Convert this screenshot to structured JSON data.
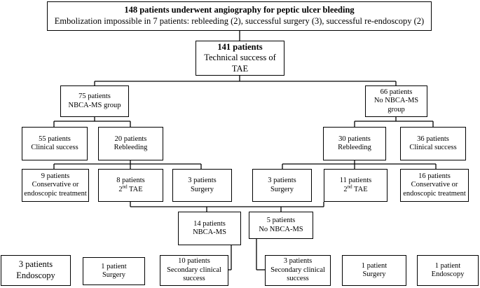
{
  "nodes": {
    "top": {
      "line1": "148 patients underwent angiography for peptic ulcer bleeding",
      "line2": "Embolization impossible in 7 patients: rebleeding (2), successful surgery (3), successful re-endoscopy (2)"
    },
    "tae": {
      "line1": "141 patients",
      "line2": "Technical success of TAE"
    },
    "nbca_group": {
      "line1": "75 patients",
      "line2": "NBCA-MS group"
    },
    "no_nbca_group": {
      "line1": "66 patients",
      "line2": "No NBCA-MS",
      "line3": "group"
    },
    "l_success": {
      "line1": "55 patients",
      "line2": "Clinical success"
    },
    "l_rebleed": {
      "line1": "20 patients",
      "line2": "Rebleeding"
    },
    "r_rebleed": {
      "line1": "30 patients",
      "line2": "Rebleeding"
    },
    "r_success": {
      "line1": "36 patients",
      "line2": "Clinical success"
    },
    "l_conservative": {
      "line1": "9 patients",
      "line2": "Conservative or",
      "line3": "endoscopic treatment"
    },
    "l_2nd_tae": {
      "line1": "8 patients",
      "line2_prefix": "2",
      "line2_sup": "nd",
      "line2_suffix": " TAE"
    },
    "l_surgery": {
      "line1": "3 patients",
      "line2": "Surgery"
    },
    "r_surgery": {
      "line1": "3 patients",
      "line2": "Surgery"
    },
    "r_2nd_tae": {
      "line1": "11 patients",
      "line2_prefix": "2",
      "line2_sup": "nd",
      "line2_suffix": " TAE"
    },
    "r_conservative": {
      "line1": "16 patients",
      "line2": "Conservative or",
      "line3": "endoscopic treatment"
    },
    "l_nbca": {
      "line1": "14 patients",
      "line2": "NBCA-MS"
    },
    "r_no_nbca": {
      "line1": "5 patients",
      "line2": "No NBCA-MS"
    },
    "l_endoscopy": {
      "line1": "3 patients",
      "line2": "Endoscopy"
    },
    "l_surgery2": {
      "line1": "1 patient",
      "line2": "Surgery"
    },
    "l_secondary": {
      "line1": "10 patients",
      "line2": "Secondary clinical",
      "line3": "success"
    },
    "r_secondary": {
      "line1": "3 patients",
      "line2": "Secondary clinical",
      "line3": "success"
    },
    "r_surgery2": {
      "line1": "1 patient",
      "line2": "Surgery"
    },
    "r_endoscopy": {
      "line1": "1 patient",
      "line2": "Endoscopy"
    }
  }
}
